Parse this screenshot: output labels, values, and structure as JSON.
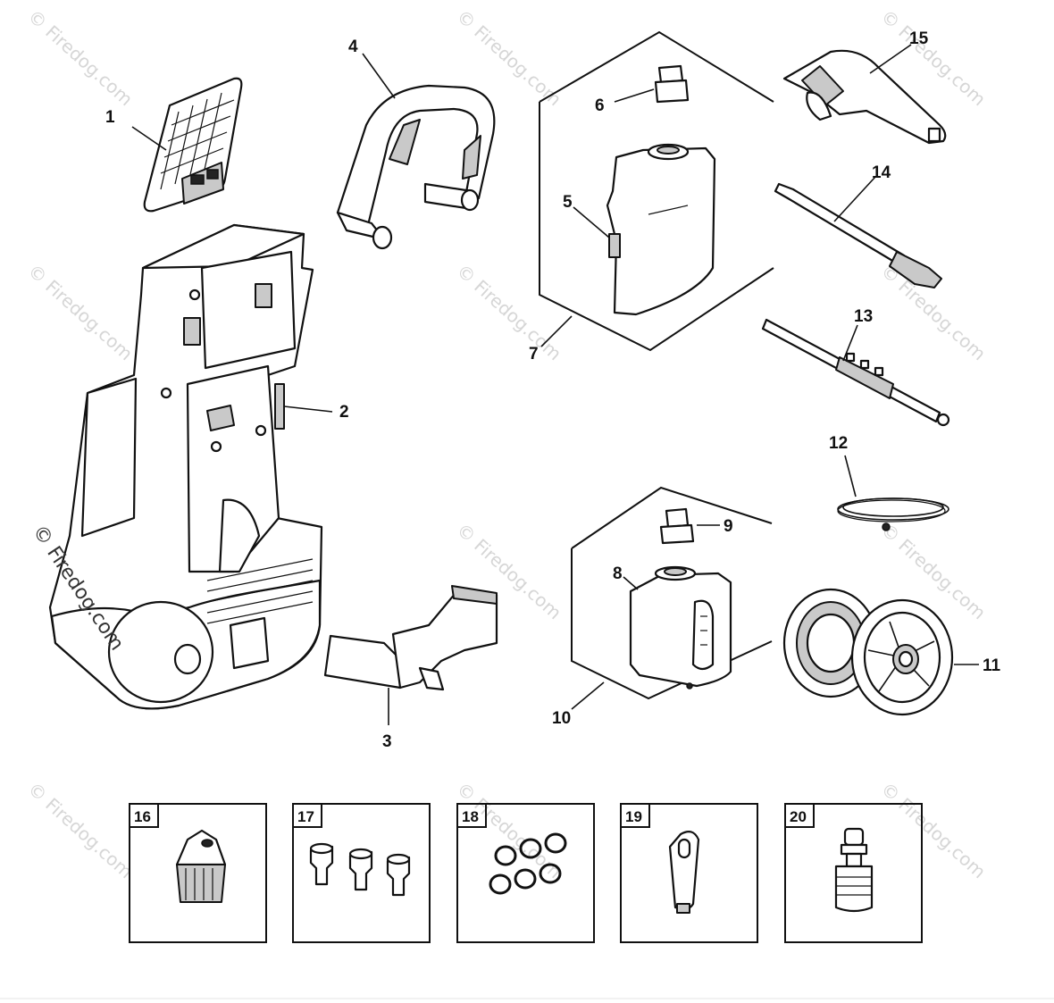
{
  "watermark": {
    "text": "© Firedog.com",
    "main_text": "© Firedog.com"
  },
  "callouts": {
    "p1": "1",
    "p2": "2",
    "p3": "3",
    "p4": "4",
    "p5": "5",
    "p6": "6",
    "p7": "7",
    "p8": "8",
    "p9": "9",
    "p10": "10",
    "p11": "11",
    "p12": "12",
    "p13": "13",
    "p14": "14",
    "p15": "15"
  },
  "boxes": [
    {
      "number": "16",
      "icon": "brush-nozzle"
    },
    {
      "number": "17",
      "icon": "quick-connect-tips"
    },
    {
      "number": "18",
      "icon": "o-rings"
    },
    {
      "number": "19",
      "icon": "nozzle-cleaner"
    },
    {
      "number": "20",
      "icon": "hose-adapter"
    }
  ],
  "colors": {
    "line": "#111111",
    "shade": "#c9c9c9",
    "watermark": "#d6d6d6"
  }
}
